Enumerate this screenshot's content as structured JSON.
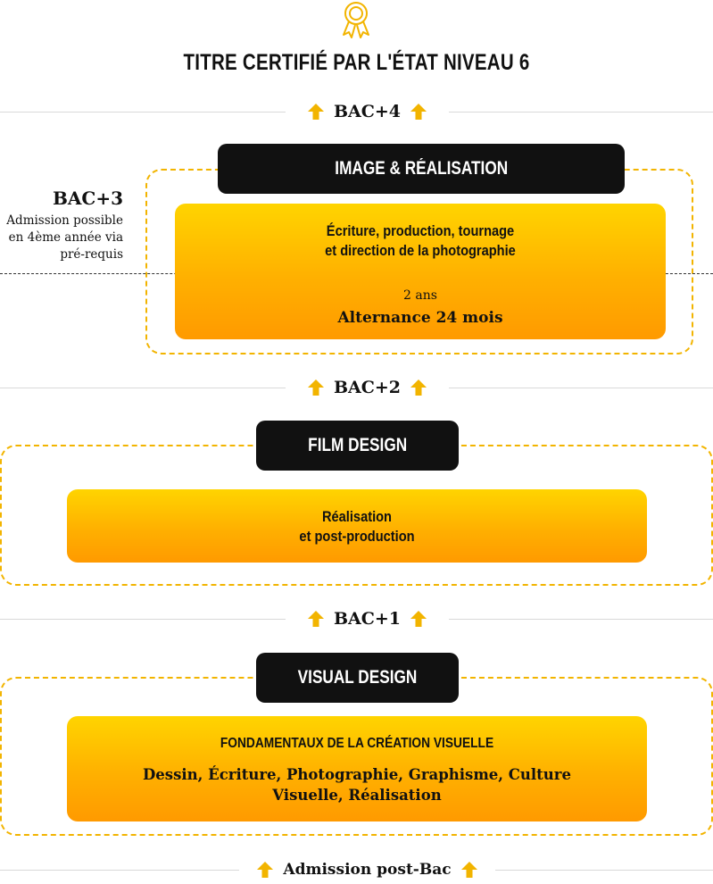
{
  "title": "TITRE CERTIFIÉ PAR L'ÉTAT NIVEAU 6",
  "icons": {
    "medal": "medal-icon",
    "arrow": "arrow-up-icon"
  },
  "colors": {
    "accent": "#f2b400",
    "header_bg": "#111111",
    "card_top": "#ffd400",
    "card_bottom": "#ff9a00"
  },
  "levels": {
    "bac4": "BAC+4",
    "bac2": "BAC+2",
    "bac1": "BAC+1",
    "postbac": "Admission post-Bac"
  },
  "bac3": {
    "label": "BAC+3",
    "note": "Admission possible en 4ème année via pré-requis"
  },
  "programs": [
    {
      "header": "IMAGE & RÉALISATION",
      "title_line1": "Écriture, production, tournage",
      "title_line2": "et direction de la photographie",
      "duration": "2 ans",
      "mode": "Alternance 24 mois"
    },
    {
      "header": "FILM DESIGN",
      "title_line1": "Réalisation",
      "title_line2": "et post-production"
    },
    {
      "header": "VISUAL DESIGN",
      "subtitle": "FONDAMENTAUX DE LA CRÉATION VISUELLE",
      "desc_line1": "Dessin, Écriture, Photographie, Graphisme, Culture",
      "desc_line2": "Visuelle, Réalisation"
    }
  ]
}
